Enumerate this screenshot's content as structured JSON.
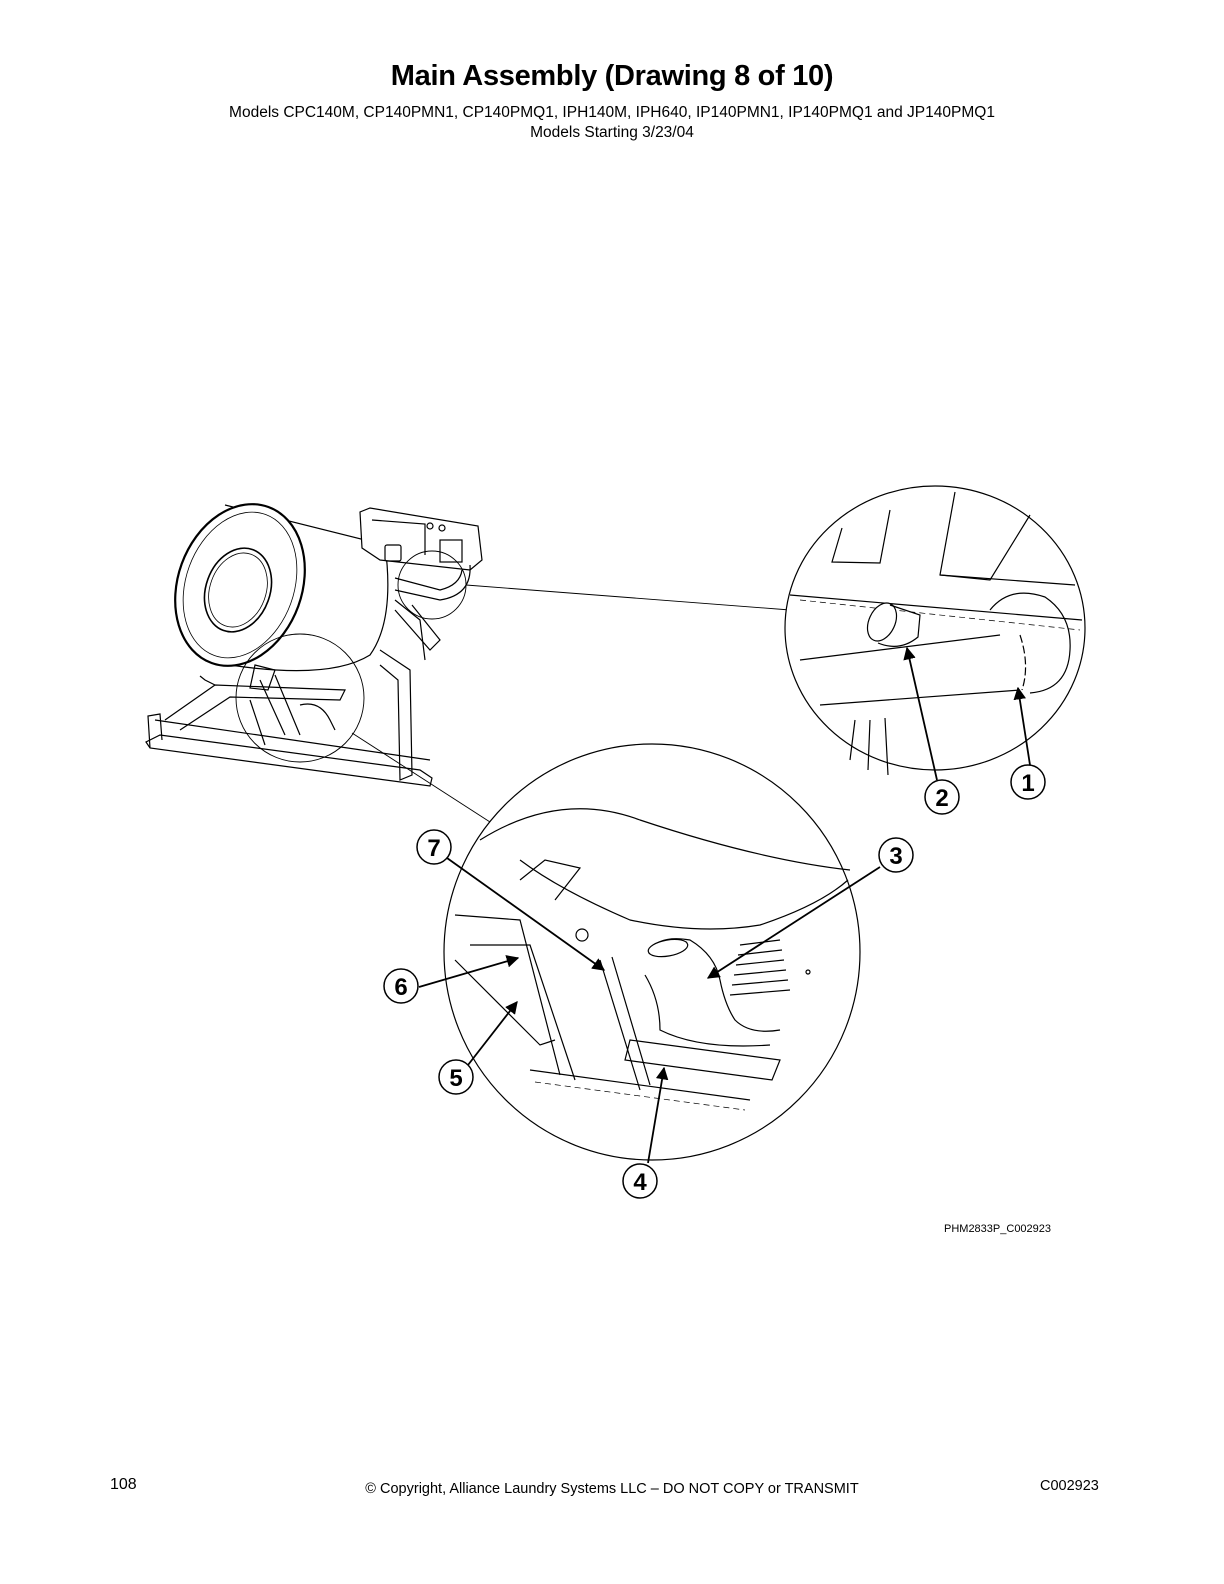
{
  "header": {
    "title": "Main Assembly (Drawing 8 of 10)",
    "models": "Models CPC140M, CP140PMN1, CP140PMQ1, IPH140M, IPH640, IP140PMN1, IP140PMQ1 and JP140PMQ1",
    "models_starting": "Models Starting 3/23/04"
  },
  "drawing": {
    "id": "PHM2833P_C002923",
    "callouts": [
      {
        "number": "1",
        "label": "1"
      },
      {
        "number": "2",
        "label": "2"
      },
      {
        "number": "3",
        "label": "3"
      },
      {
        "number": "4",
        "label": "4"
      },
      {
        "number": "5",
        "label": "5"
      },
      {
        "number": "6",
        "label": "6"
      },
      {
        "number": "7",
        "label": "7"
      }
    ]
  },
  "footer": {
    "page_number": "108",
    "copyright": "© Copyright, Alliance Laundry Systems LLC – DO NOT COPY or TRANSMIT",
    "doc_code": "C002923"
  }
}
